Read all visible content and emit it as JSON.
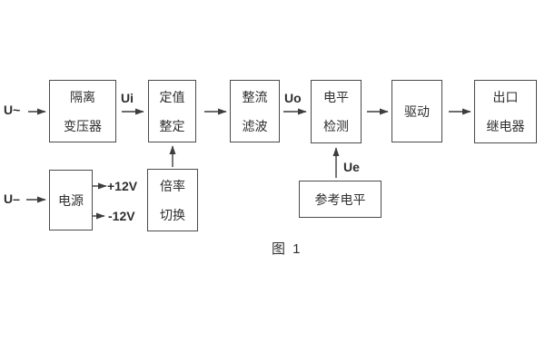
{
  "figure": {
    "caption": "图 1",
    "colors": {
      "line": "#4a4a4a",
      "text": "#2e2e2e",
      "background": "#ffffff"
    }
  },
  "blocks": [
    {
      "id": "isolation-transformer",
      "lines": [
        "隔离",
        "变压器"
      ]
    },
    {
      "id": "setpoint-adjust",
      "lines": [
        "定值",
        "整定"
      ]
    },
    {
      "id": "rectifier-filter",
      "lines": [
        "整流",
        "滤波"
      ]
    },
    {
      "id": "level-detect",
      "lines": [
        "电平",
        "检测"
      ]
    },
    {
      "id": "driver",
      "lines": [
        "驱动"
      ]
    },
    {
      "id": "output-relay",
      "lines": [
        "出口",
        "继电器"
      ]
    },
    {
      "id": "power-supply",
      "lines": [
        "电源"
      ]
    },
    {
      "id": "ratio-switch",
      "lines": [
        "倍率",
        "切换"
      ]
    },
    {
      "id": "reference-level",
      "lines": [
        "参考电平"
      ]
    }
  ],
  "labels": {
    "ac_input": "U~",
    "dc_input": "U–",
    "ui": "Ui",
    "uo": "Uo",
    "ue": "Ue",
    "plus_12v": "+12V",
    "minus_12v": "-12V"
  }
}
